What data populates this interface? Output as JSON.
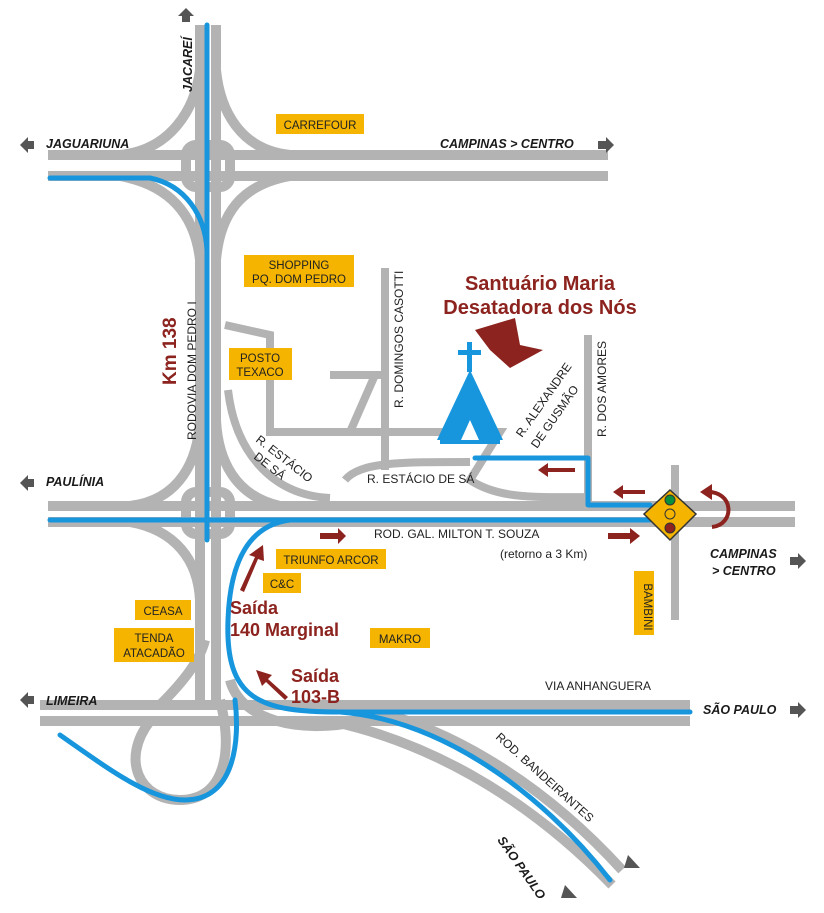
{
  "title": "Santuário Maria Desatadora dos Nós",
  "title_lines": [
    "Santuário Maria",
    "Desatadora dos Nós"
  ],
  "cities": {
    "jacarei": "JACAREÍ",
    "jaguariuna": "JAGUARIUNA",
    "campinas_top": "CAMPINAS > CENTRO",
    "paulinia": "PAULÍNIA",
    "campinas_right_1": "CAMPINAS",
    "campinas_right_2": "> CENTRO",
    "limeira": "LIMEIRA",
    "sao_paulo_right": "SÃO PAULO",
    "sao_paulo_bottom": "SÃO PAULO"
  },
  "roads": {
    "km": "Km 138",
    "dom_pedro": "RODOVIA DOM PEDRO I",
    "milton": "ROD. GAL. MILTON T. SOUZA",
    "retorno": "(retorno a 3 Km)",
    "anhanguera": "VIA ANHANGUERA",
    "bandeirantes": "ROD. BANDEIRANTES",
    "domingos": "R. DOMINGOS CASOTTI",
    "alexandre_1": "R. ALEXANDRE",
    "alexandre_2": "DE GUSMÃO",
    "amores": "R. DOS AMORES",
    "estacio_1": "R. ESTÁCIO",
    "estacio_2": "DE SÁ",
    "estacio_main": "R. ESTÁCIO DE SÁ"
  },
  "exits": {
    "e140_1": "Saída",
    "e140_2": "140 Marginal",
    "e103_1": "Saída",
    "e103_2": "103-B"
  },
  "pois": {
    "carrefour": "CARREFOUR",
    "shopping_1": "SHOPPING",
    "shopping_2": "PQ. DOM PEDRO",
    "posto_1": "POSTO",
    "posto_2": "TEXACO",
    "triunfo": "TRIUNFO ARCOR",
    "cc": "C&C",
    "ceasa": "CEASA",
    "tenda_1": "TENDA",
    "tenda_2": "ATACADÃO",
    "makro": "MAKRO",
    "bambini": "BAMBINI"
  },
  "colors": {
    "route": "#1796dd",
    "road": "#b3b3b3",
    "accent": "#8c231e",
    "poi": "#f4b400"
  }
}
